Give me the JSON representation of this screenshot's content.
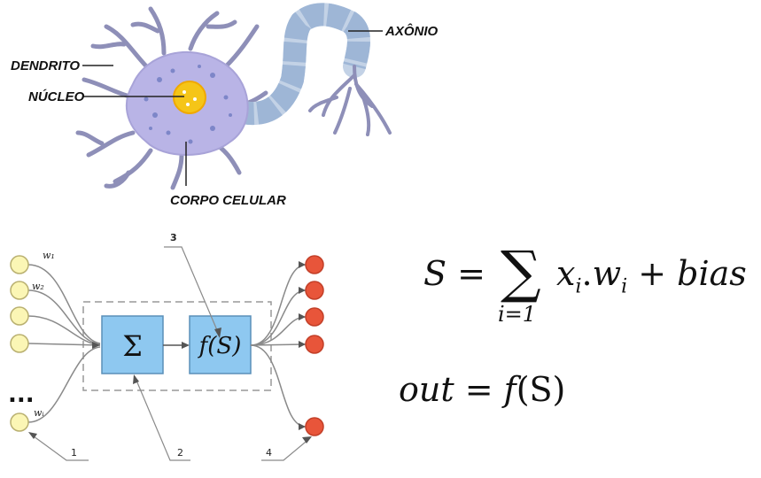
{
  "neuron": {
    "labels": {
      "dendrite": "DENDRITO",
      "nucleus": "NÚCLEO",
      "cell_body": "CORPO CELULAR",
      "axon": "AXÔNIO"
    },
    "colors": {
      "cell_body": "#b9b4e6",
      "nucleus": "#f5c518",
      "axon": "#9eb6d6",
      "dendrite": "#8e8fb8"
    }
  },
  "perceptron": {
    "weights": [
      "w₁",
      "w₂",
      "wᵢ"
    ],
    "sum_block": "Σ",
    "activation_block": "f(S)",
    "ellipsis": "...",
    "callouts": [
      "1",
      "2",
      "3",
      "4"
    ],
    "colors": {
      "input_node": "#fbf6b5",
      "output_node": "#e8553a",
      "block": "#8ec8f0"
    }
  },
  "formulas": {
    "sum": {
      "lhs": "S = ",
      "symbol": "∑",
      "index": "i=1",
      "rhs_x": "x",
      "rhs_i1": "i",
      "rhs_dot": ".",
      "rhs_w": "w",
      "rhs_i2": "i",
      "rhs_bias": " + bias"
    },
    "out": {
      "lhs": "out",
      "eq": " = ",
      "fn": "f",
      "arg": "(S)"
    }
  }
}
